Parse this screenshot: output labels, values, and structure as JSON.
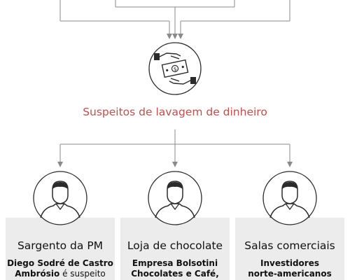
{
  "center_label": "Suspeitos de lavagem de dinheiro",
  "colors": {
    "accent": "#c0504d",
    "line": "#8a8a8a",
    "card_bg": "#ececec",
    "icon_stroke": "#2b2b2b"
  },
  "icons": {
    "money": "money-exchange-icon",
    "person": "person-icon"
  },
  "cards": [
    {
      "title": "Sargento da PM",
      "line1_bold": "Diego Sodré de Castro",
      "line2_bold": "Ambrósio",
      "line2_rest": " é suspeito"
    },
    {
      "title": "Loja de chocolate",
      "line1_bold": "Empresa Bolsotini",
      "line2_bold": "Chocolates e Café,",
      "line2_rest": ""
    },
    {
      "title": "Salas comerciais",
      "line1_bold": "Investidores",
      "line2_bold": "norte-americanos",
      "line2_rest": ""
    }
  ]
}
